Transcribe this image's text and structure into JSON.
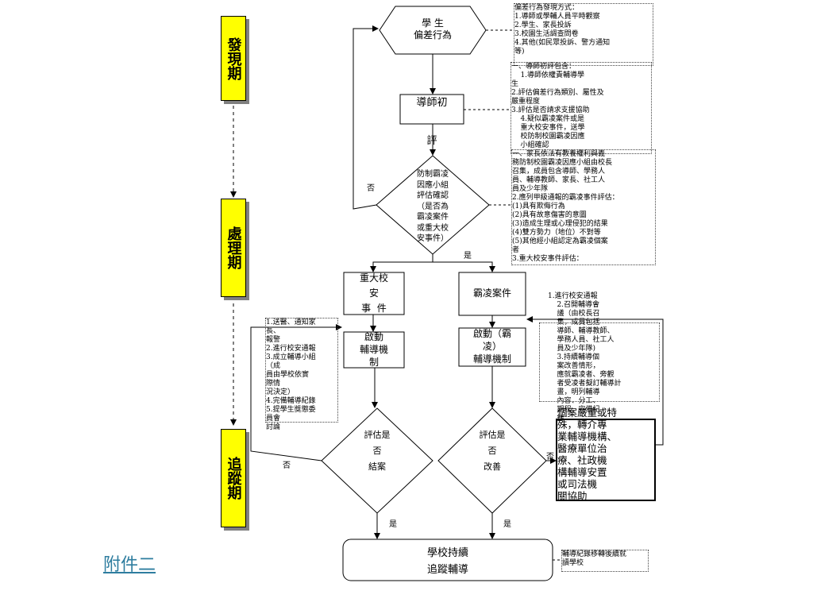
{
  "phases": {
    "discover": "發現期",
    "handle": "處理期",
    "track": "追蹤期"
  },
  "nodes": {
    "start": "學 生\n偏差行為",
    "tutor": "導師初\n\n\n評",
    "confirm": "防制霸凌\n因應小組\n評估確認\n（是否為\n霸凌案件\n或重大校\n安事件）",
    "major": "重大校\n安\n事  件",
    "bully": "霸凌案件",
    "mech_major": "啟動\n輔導機\n制",
    "mech_bully": "啟動（霸\n凌）\n輔導機制",
    "close": "評估是\n否\n結案",
    "improve": "評估是\n否\n改善",
    "referral": "個案嚴重或特\n殊，轉介專\n業輔導機構、\n醫療單位治\n療、社政機\n構輔導安置\n或司法機\n關協助",
    "continue": "學校持續\n追蹤輔導"
  },
  "labels": {
    "no": "否",
    "yes": "是"
  },
  "notes": {
    "discover": "偏差行為發現方式：\n1.導師或學輔人員平時觀察\n2.學生、家長投訴\n3.校園生活調查問卷\n4.其他(如民眾投訴、警方通知\n等)",
    "tutor_eval": "一、導師初評包含：\n    1.導師依權責輔導學\n生\n2.評估偏差行為類別、屬性及\n嚴重程度\n3.評估是否請求支援協助\n    4.疑似霸凌案件或是\n    重大校安事件，送學\n    校防制校園霸凌因應\n    小組確認",
    "group_confirm": "一、家長依法有教養權利與義\n務防制校園霸凌因應小組由校長\n召集，成員包含導師、學務人\n員、輔導教師、家長、社工人\n員及少年隊\n2.應列甲級通報的霸凌事件評估：\n(1)具有欺侮行為\n(2)具有故意傷害的意圖\n(3)造成生理或心理侵犯的結果\n(4)雙方勢力（地位）不對等\n(5)其他經小組認定為霸凌個案\n者\n3.重大校安事件評估：",
    "major_steps": "1.送醫、通知家\n長、\n報警\n2.進行校安通報\n3.成立輔導小組\n（成\n員由學校依實\n際情\n況決定）\n4.完備輔導紀錄\n5.提學生獎懲委\n員會\n討論",
    "bully_steps": "1.進行校安通報\n    2.召開輔導會\n    議（由校長召\n    集，成員包括\n    導師、輔導教師、\n    學務人員、社工人\n    員及少年隊)\n    3.持續輔導個\n    案改善情形，\n    應就霸凌者、旁觀\n    者受凌者擬訂輔導計\n    畫，明列輔導\n    內容、分工、\n    期程，完備紀\n    錄",
    "transfer": "輔導紀錄移轉後續就\n讀學校"
  },
  "attachment": "附件二"
}
